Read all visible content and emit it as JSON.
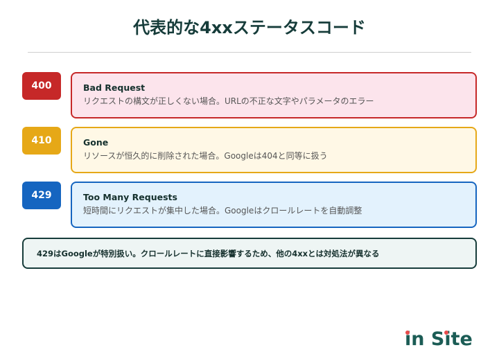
{
  "title": "代表的な4xxステータスコード",
  "colors": {
    "title": "#163c3a",
    "divider": "#cfcfcf",
    "logo": "#1b5c55",
    "logo_dot": "#e84c4c"
  },
  "codes": [
    {
      "code": "400",
      "name": "Bad Request",
      "description": "リクエストの構文が正しくない場合。URLの不正な文字やパラメータのエラー",
      "badge_color": "#c62828",
      "border_color": "#c62828",
      "bg_color": "#fce4ec"
    },
    {
      "code": "410",
      "name": "Gone",
      "description": "リソースが恒久的に削除された場合。Googleは404と同等に扱う",
      "badge_color": "#e6a817",
      "border_color": "#e6a817",
      "bg_color": "#fff8e6"
    },
    {
      "code": "429",
      "name": "Too Many Requests",
      "description": "短時間にリクエストが集中した場合。Googleはクロールレートを自動調整",
      "badge_color": "#1565c0",
      "border_color": "#1565c0",
      "bg_color": "#e3f2fd"
    }
  ],
  "note": "429はGoogleが特別扱い。クロールレートに直接影響するため、他の4xxとは対処法が異なる",
  "logo": {
    "part1": "in",
    "part2": "Site"
  }
}
